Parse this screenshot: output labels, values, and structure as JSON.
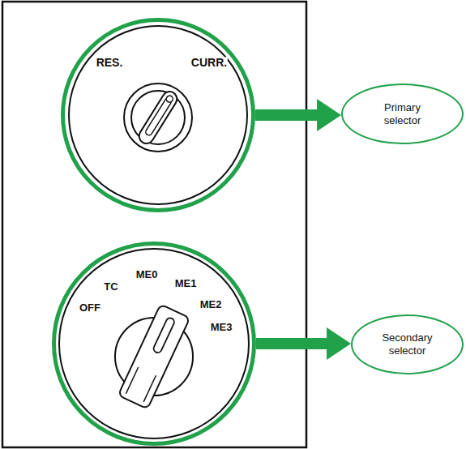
{
  "diagram": {
    "nodes": [
      {
        "text": [
          "RES.",
          "CURR."
        ]
      },
      {
        "text": [
          "Primary selector"
        ]
      },
      {
        "text": [
          "OFF",
          "TC",
          "ME0",
          "ME1",
          "ME2",
          "ME3"
        ]
      },
      {
        "text": [
          "Secondary selector"
        ]
      }
    ],
    "edges": [
      {
        "from": 0,
        "to": 1,
        "arrow": "to"
      },
      {
        "from": 2,
        "to": 3,
        "arrow": "to"
      }
    ]
  }
}
